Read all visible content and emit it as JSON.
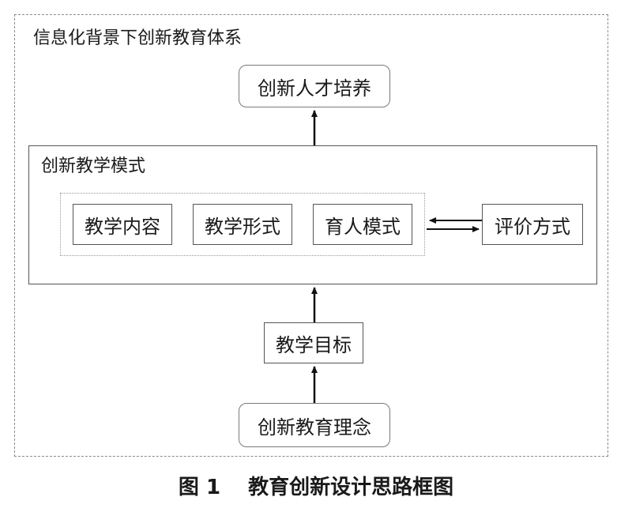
{
  "outer_title": "信息化背景下创新教育体系",
  "top_box": "创新人才培养",
  "mode_title": "创新教学模式",
  "inner_items": [
    "教学内容",
    "教学形式",
    "育人模式"
  ],
  "evaluation": "评价方式",
  "goal_box": "教学目标",
  "concept_box": "创新教育理念",
  "caption": "图 1　 教育创新设计思路框图"
}
